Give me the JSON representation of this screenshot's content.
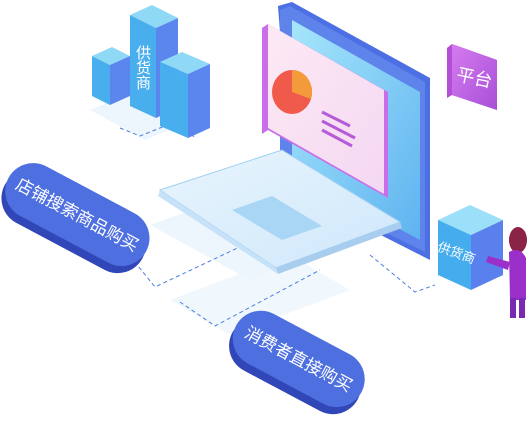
{
  "supplier_building_label": "供货商",
  "platform_label": "平台",
  "supplier_box_label": "供货商",
  "store_pill_label": "店铺搜索商品购买",
  "consumer_pill_label": "消费者直接购买",
  "colors": {
    "pill": "#4e6fe0",
    "pill_dark": "#3147b8",
    "cube_top": "#7fd3f5",
    "cube_left": "#3fa8ea",
    "cube_right": "#5b7ff0",
    "platform": "#c069e4",
    "screen": "#8fdcf7",
    "laptop_body": "#d9ecfb",
    "pie_main": "#ef5a4a",
    "pie_slice": "#f39a3a",
    "dashed": "#4c7ee0"
  }
}
